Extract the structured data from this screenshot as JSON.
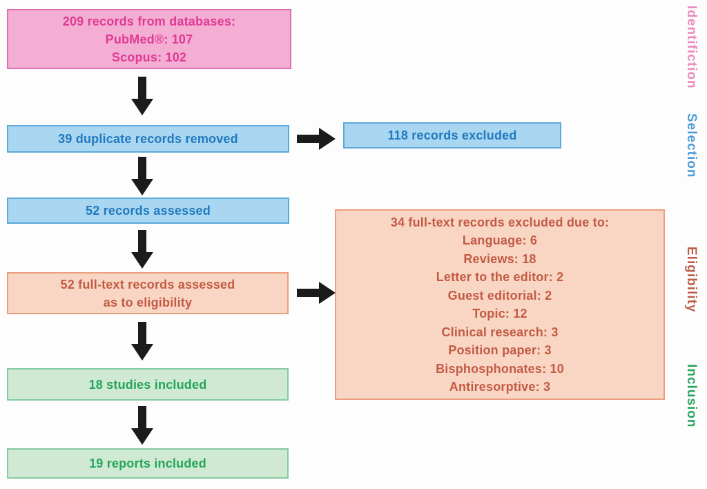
{
  "boxes": {
    "records_from_databases": {
      "lines": [
        "209 records from databases:",
        "PubMed®: 107",
        "Scopus: 102"
      ]
    },
    "duplicates_removed": {
      "label": "39 duplicate records removed"
    },
    "records_excluded": {
      "label": "118 records excluded"
    },
    "records_assessed": {
      "label": "52 records assessed"
    },
    "fulltext_assessed": {
      "lines": [
        "52 full-text records assessed",
        "as to eligibility"
      ]
    },
    "fulltext_excluded": {
      "lines": [
        "34 full-text records excluded due to:",
        "Language: 6",
        "Reviews: 18",
        "Letter to the editor: 2",
        "Guest editorial: 2",
        "Topic: 12",
        "Clinical research: 3",
        "Position paper: 3",
        "Bisphosphonates: 10",
        "Antiresorptive: 3"
      ]
    },
    "studies_included": {
      "label": "18 studies included"
    },
    "reports_included": {
      "label": "19 reports included"
    }
  },
  "stage_labels": {
    "identification": {
      "label": "Identifiction",
      "color": "#ec8ac1"
    },
    "selection": {
      "label": "Selection",
      "color": "#4c9ed8"
    },
    "eligibility": {
      "label": "Eligibility",
      "color": "#bb5f4a"
    },
    "inclusion": {
      "label": "Inclusion",
      "color": "#2ca560"
    }
  },
  "palette": {
    "identification_fill": "#f4aed3",
    "identification_border": "#dd6fb2",
    "identification_text": "#e03a94",
    "selection_fill": "#a9d6f1",
    "selection_border": "#5ea9da",
    "selection_text": "#2179be",
    "eligibility_fill": "#f9d6c3",
    "eligibility_border": "#eb9e80",
    "eligibility_text": "#c25b45",
    "inclusion_fill": "#cfe9d3",
    "inclusion_border": "#86ca9f",
    "inclusion_text": "#25a45c",
    "arrow": "#1b1b1b"
  }
}
